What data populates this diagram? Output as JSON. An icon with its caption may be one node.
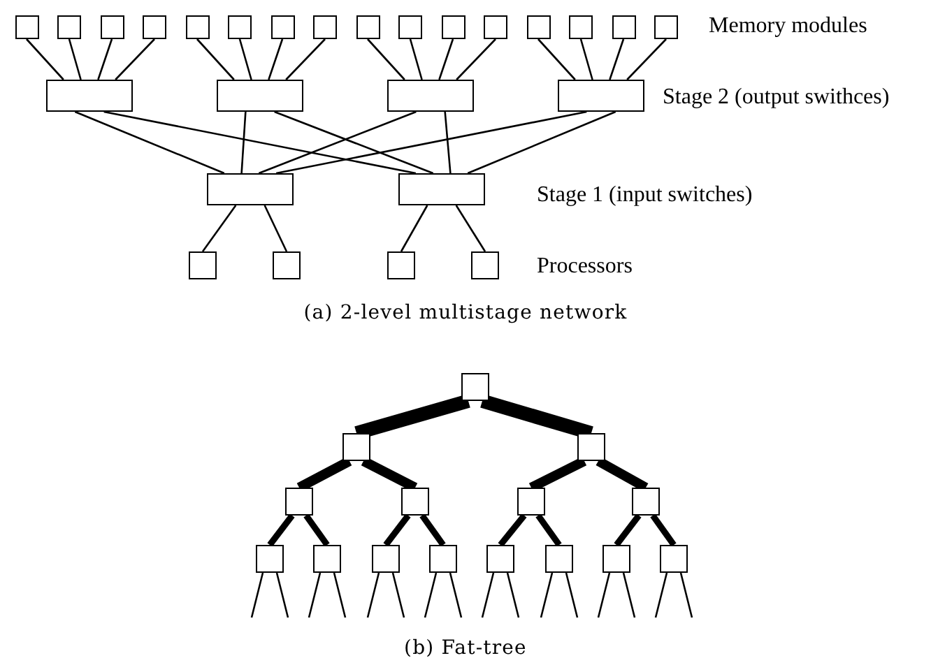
{
  "diagram": {
    "nodes": [
      {
        "text": [],
        "shape": "box"
      },
      {
        "text": [],
        "shape": "box"
      },
      {
        "text": [],
        "shape": "box"
      },
      {
        "text": [],
        "shape": "box"
      },
      {
        "text": [],
        "shape": "box"
      },
      {
        "text": [],
        "shape": "box"
      },
      {
        "text": [],
        "shape": "box"
      },
      {
        "text": [],
        "shape": "box"
      },
      {
        "text": [],
        "shape": "box"
      },
      {
        "text": [],
        "shape": "box"
      },
      {
        "text": [],
        "shape": "box"
      },
      {
        "text": [],
        "shape": "box"
      },
      {
        "text": [],
        "shape": "box"
      },
      {
        "text": [],
        "shape": "box"
      },
      {
        "text": [],
        "shape": "box"
      },
      {
        "text": [],
        "shape": "box"
      },
      {
        "text": [],
        "shape": "box"
      },
      {
        "text": [],
        "shape": "box"
      },
      {
        "text": [],
        "shape": "box"
      },
      {
        "text": [],
        "shape": "box"
      },
      {
        "text": [],
        "shape": "box"
      },
      {
        "text": [],
        "shape": "box"
      },
      {
        "text": [],
        "shape": "box"
      },
      {
        "text": [],
        "shape": "box"
      },
      {
        "text": [],
        "shape": "box"
      },
      {
        "text": [],
        "shape": "box"
      },
      {
        "text": [],
        "shape": "box"
      },
      {
        "text": [],
        "shape": "box"
      },
      {
        "text": [],
        "shape": "box"
      },
      {
        "text": [],
        "shape": "box"
      },
      {
        "text": [],
        "shape": "box"
      },
      {
        "text": [],
        "shape": "box"
      },
      {
        "text": [],
        "shape": "box"
      },
      {
        "text": [],
        "shape": "box"
      },
      {
        "text": [],
        "shape": "box"
      },
      {
        "text": [],
        "shape": "box"
      },
      {
        "text": [],
        "shape": "box"
      },
      {
        "text": [],
        "shape": "box"
      },
      {
        "text": [],
        "shape": "box"
      },
      {
        "text": [],
        "shape": "box"
      },
      {
        "text": [],
        "shape": "box"
      }
    ],
    "edges": [
      {
        "from": 0,
        "to": 16,
        "arrow": "none"
      },
      {
        "from": 1,
        "to": 16,
        "arrow": "none"
      },
      {
        "from": 2,
        "to": 16,
        "arrow": "none"
      },
      {
        "from": 3,
        "to": 16,
        "arrow": "none"
      },
      {
        "from": 4,
        "to": 17,
        "arrow": "none"
      },
      {
        "from": 5,
        "to": 17,
        "arrow": "none"
      },
      {
        "from": 6,
        "to": 17,
        "arrow": "none"
      },
      {
        "from": 7,
        "to": 17,
        "arrow": "none"
      },
      {
        "from": 8,
        "to": 18,
        "arrow": "none"
      },
      {
        "from": 9,
        "to": 18,
        "arrow": "none"
      },
      {
        "from": 10,
        "to": 18,
        "arrow": "none"
      },
      {
        "from": 11,
        "to": 18,
        "arrow": "none"
      },
      {
        "from": 12,
        "to": 19,
        "arrow": "none"
      },
      {
        "from": 13,
        "to": 19,
        "arrow": "none"
      },
      {
        "from": 14,
        "to": 19,
        "arrow": "none"
      },
      {
        "from": 15,
        "to": 19,
        "arrow": "none"
      },
      {
        "from": 16,
        "to": 20,
        "arrow": "none"
      },
      {
        "from": 16,
        "to": 21,
        "arrow": "none"
      },
      {
        "from": 17,
        "to": 20,
        "arrow": "none"
      },
      {
        "from": 17,
        "to": 21,
        "arrow": "none"
      },
      {
        "from": 18,
        "to": 20,
        "arrow": "none"
      },
      {
        "from": 18,
        "to": 21,
        "arrow": "none"
      },
      {
        "from": 19,
        "to": 20,
        "arrow": "none"
      },
      {
        "from": 19,
        "to": 21,
        "arrow": "none"
      },
      {
        "from": 20,
        "to": 22,
        "arrow": "none"
      },
      {
        "from": 20,
        "to": 23,
        "arrow": "none"
      },
      {
        "from": 21,
        "to": 24,
        "arrow": "none"
      },
      {
        "from": 21,
        "to": 25,
        "arrow": "none"
      },
      {
        "from": 26,
        "to": 27,
        "arrow": "none",
        "style": "thick"
      },
      {
        "from": 26,
        "to": 28,
        "arrow": "none",
        "style": "thick"
      },
      {
        "from": 27,
        "to": 29,
        "arrow": "none",
        "style": "thick"
      },
      {
        "from": 27,
        "to": 30,
        "arrow": "none",
        "style": "thick"
      },
      {
        "from": 28,
        "to": 31,
        "arrow": "none",
        "style": "thick"
      },
      {
        "from": 28,
        "to": 32,
        "arrow": "none",
        "style": "thick"
      },
      {
        "from": 29,
        "to": 33,
        "arrow": "none",
        "style": "thick"
      },
      {
        "from": 29,
        "to": 34,
        "arrow": "none",
        "style": "thick"
      },
      {
        "from": 30,
        "to": 35,
        "arrow": "none",
        "style": "thick"
      },
      {
        "from": 30,
        "to": 36,
        "arrow": "none",
        "style": "thick"
      },
      {
        "from": 31,
        "to": 37,
        "arrow": "none",
        "style": "thick"
      },
      {
        "from": 31,
        "to": 38,
        "arrow": "none",
        "style": "thick"
      },
      {
        "from": 32,
        "to": 39,
        "arrow": "none",
        "style": "thick"
      },
      {
        "from": 32,
        "to": 40,
        "arrow": "none",
        "style": "thick"
      },
      {
        "from": 33,
        "to": null,
        "arrow": "none"
      },
      {
        "from": 33,
        "to": null,
        "arrow": "none"
      },
      {
        "from": 34,
        "to": null,
        "arrow": "none"
      },
      {
        "from": 34,
        "to": null,
        "arrow": "none"
      },
      {
        "from": 35,
        "to": null,
        "arrow": "none"
      },
      {
        "from": 35,
        "to": null,
        "arrow": "none"
      },
      {
        "from": 36,
        "to": null,
        "arrow": "none"
      },
      {
        "from": 36,
        "to": null,
        "arrow": "none"
      },
      {
        "from": 37,
        "to": null,
        "arrow": "none"
      },
      {
        "from": 37,
        "to": null,
        "arrow": "none"
      },
      {
        "from": 38,
        "to": null,
        "arrow": "none"
      },
      {
        "from": 38,
        "to": null,
        "arrow": "none"
      },
      {
        "from": 39,
        "to": null,
        "arrow": "none"
      },
      {
        "from": 39,
        "to": null,
        "arrow": "none"
      },
      {
        "from": 40,
        "to": null,
        "arrow": "none"
      },
      {
        "from": 40,
        "to": null,
        "arrow": "none"
      }
    ],
    "labels": [
      "Memory modules",
      "Stage 2 (output swithces)",
      "Stage 1 (input switches)",
      "Processors",
      "(a) 2-level multistage network",
      "(b) Fat-tree"
    ]
  }
}
